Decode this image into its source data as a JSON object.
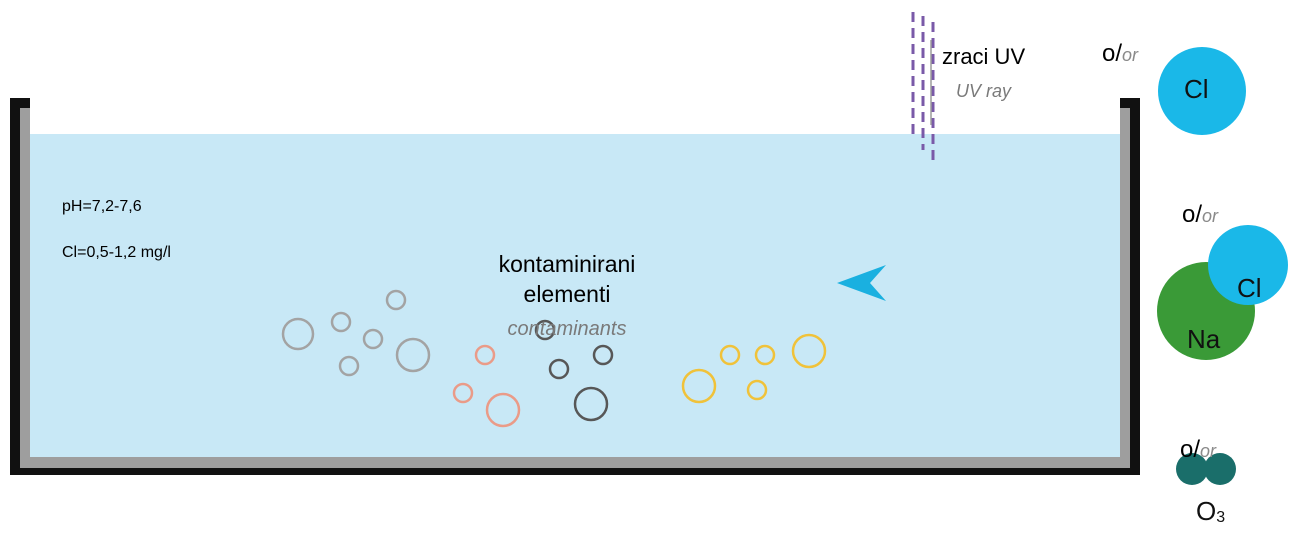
{
  "water": {
    "ph_label": "pH=7,2-7,6",
    "cl_label": "Cl=0,5-1,2 mg/l"
  },
  "contaminants": {
    "title_line1": "kontaminirani",
    "title_line2": "elementi",
    "subtitle": "contaminants"
  },
  "uv": {
    "label": "zraci UV",
    "sublabel": "UV ray"
  },
  "options": {
    "or_main": "o/",
    "or_italic": "or",
    "cl_atom": "Cl",
    "nacl_na": "Na",
    "nacl_cl": "Cl",
    "ozone_base": "O",
    "ozone_sub": "3"
  },
  "colors": {
    "water": "#c8e8f6",
    "tank_wall": "#111111",
    "tank_rim": "#9e9e9e",
    "chlorine": "#1ab8e8",
    "sodium": "#3a9a37",
    "ozone": "#1a6e6a",
    "uv_lines": "#7a5aa8",
    "arrow": "#1ab0e0"
  }
}
